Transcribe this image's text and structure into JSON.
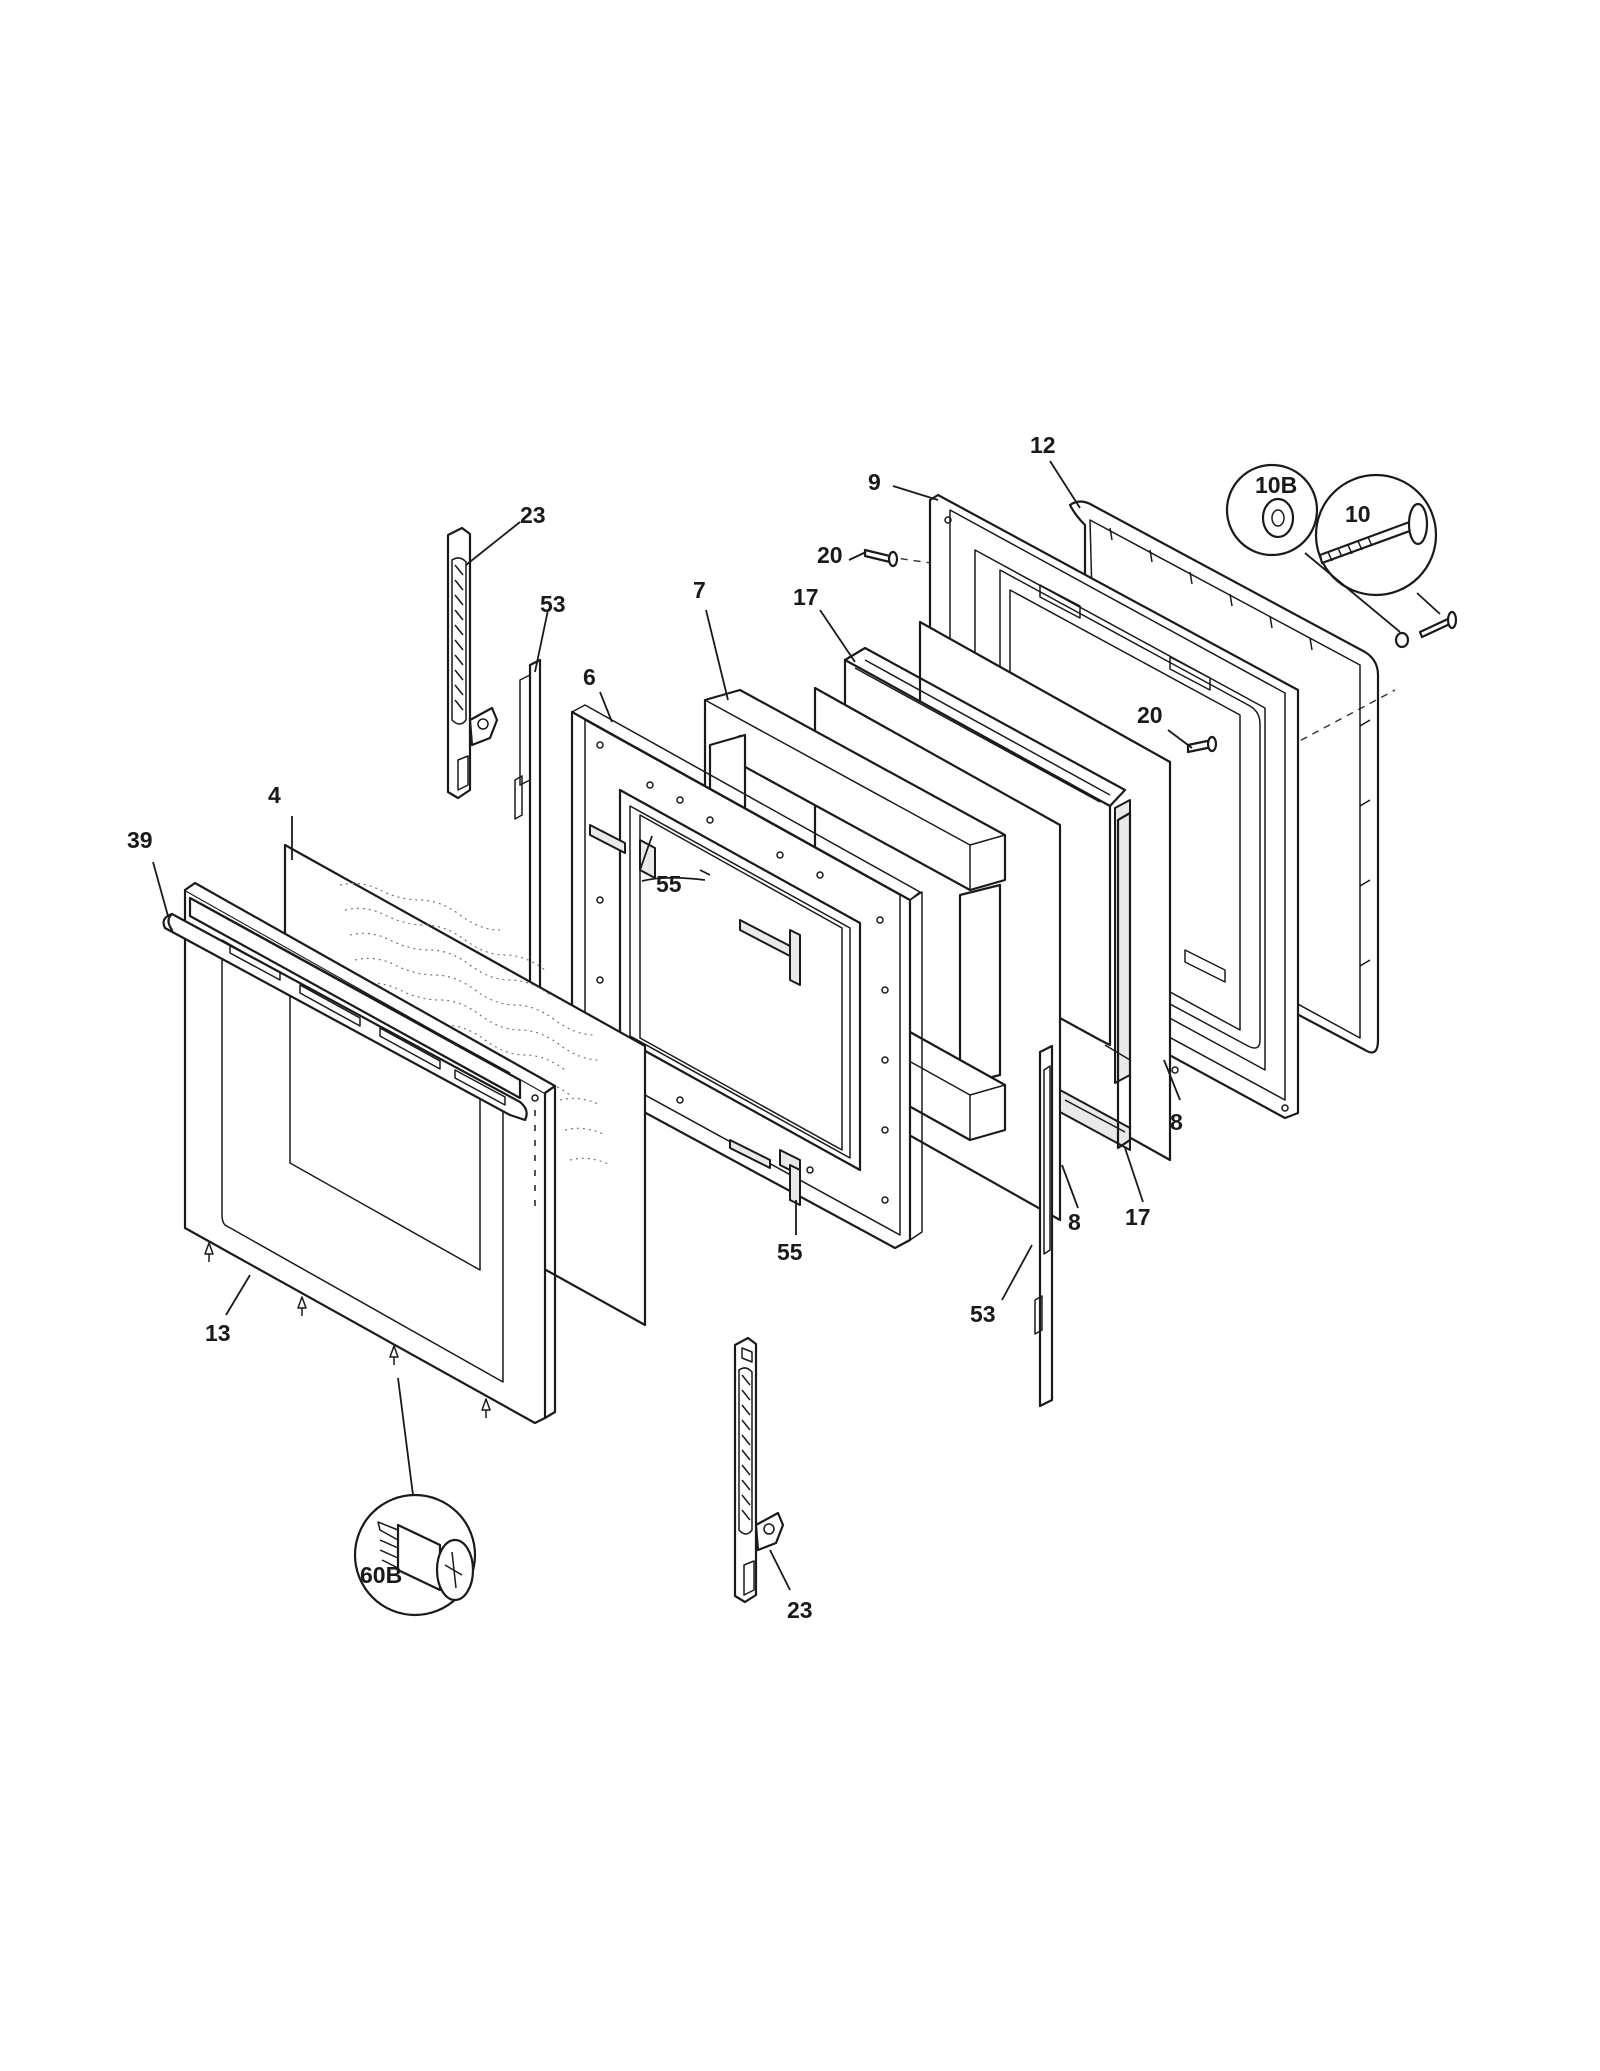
{
  "callouts": [
    {
      "id": "c-23-top",
      "label": "23"
    },
    {
      "id": "c-53-top",
      "label": "53"
    },
    {
      "id": "c-9",
      "label": "9"
    },
    {
      "id": "c-12",
      "label": "12"
    },
    {
      "id": "c-10b",
      "label": "10B"
    },
    {
      "id": "c-10",
      "label": "10"
    },
    {
      "id": "c-20-top",
      "label": "20"
    },
    {
      "id": "c-7",
      "label": "7"
    },
    {
      "id": "c-17-top",
      "label": "17"
    },
    {
      "id": "c-6",
      "label": "6"
    },
    {
      "id": "c-20-mid",
      "label": "20"
    },
    {
      "id": "c-4",
      "label": "4"
    },
    {
      "id": "c-39",
      "label": "39"
    },
    {
      "id": "c-55-mid",
      "label": "55"
    },
    {
      "id": "c-8-right",
      "label": "8"
    },
    {
      "id": "c-8-mid",
      "label": "8"
    },
    {
      "id": "c-17-bot",
      "label": "17"
    },
    {
      "id": "c-55-bot",
      "label": "55"
    },
    {
      "id": "c-53-bot",
      "label": "53"
    },
    {
      "id": "c-13",
      "label": "13"
    },
    {
      "id": "c-60b",
      "label": "60B"
    },
    {
      "id": "c-23-bot",
      "label": "23"
    }
  ]
}
